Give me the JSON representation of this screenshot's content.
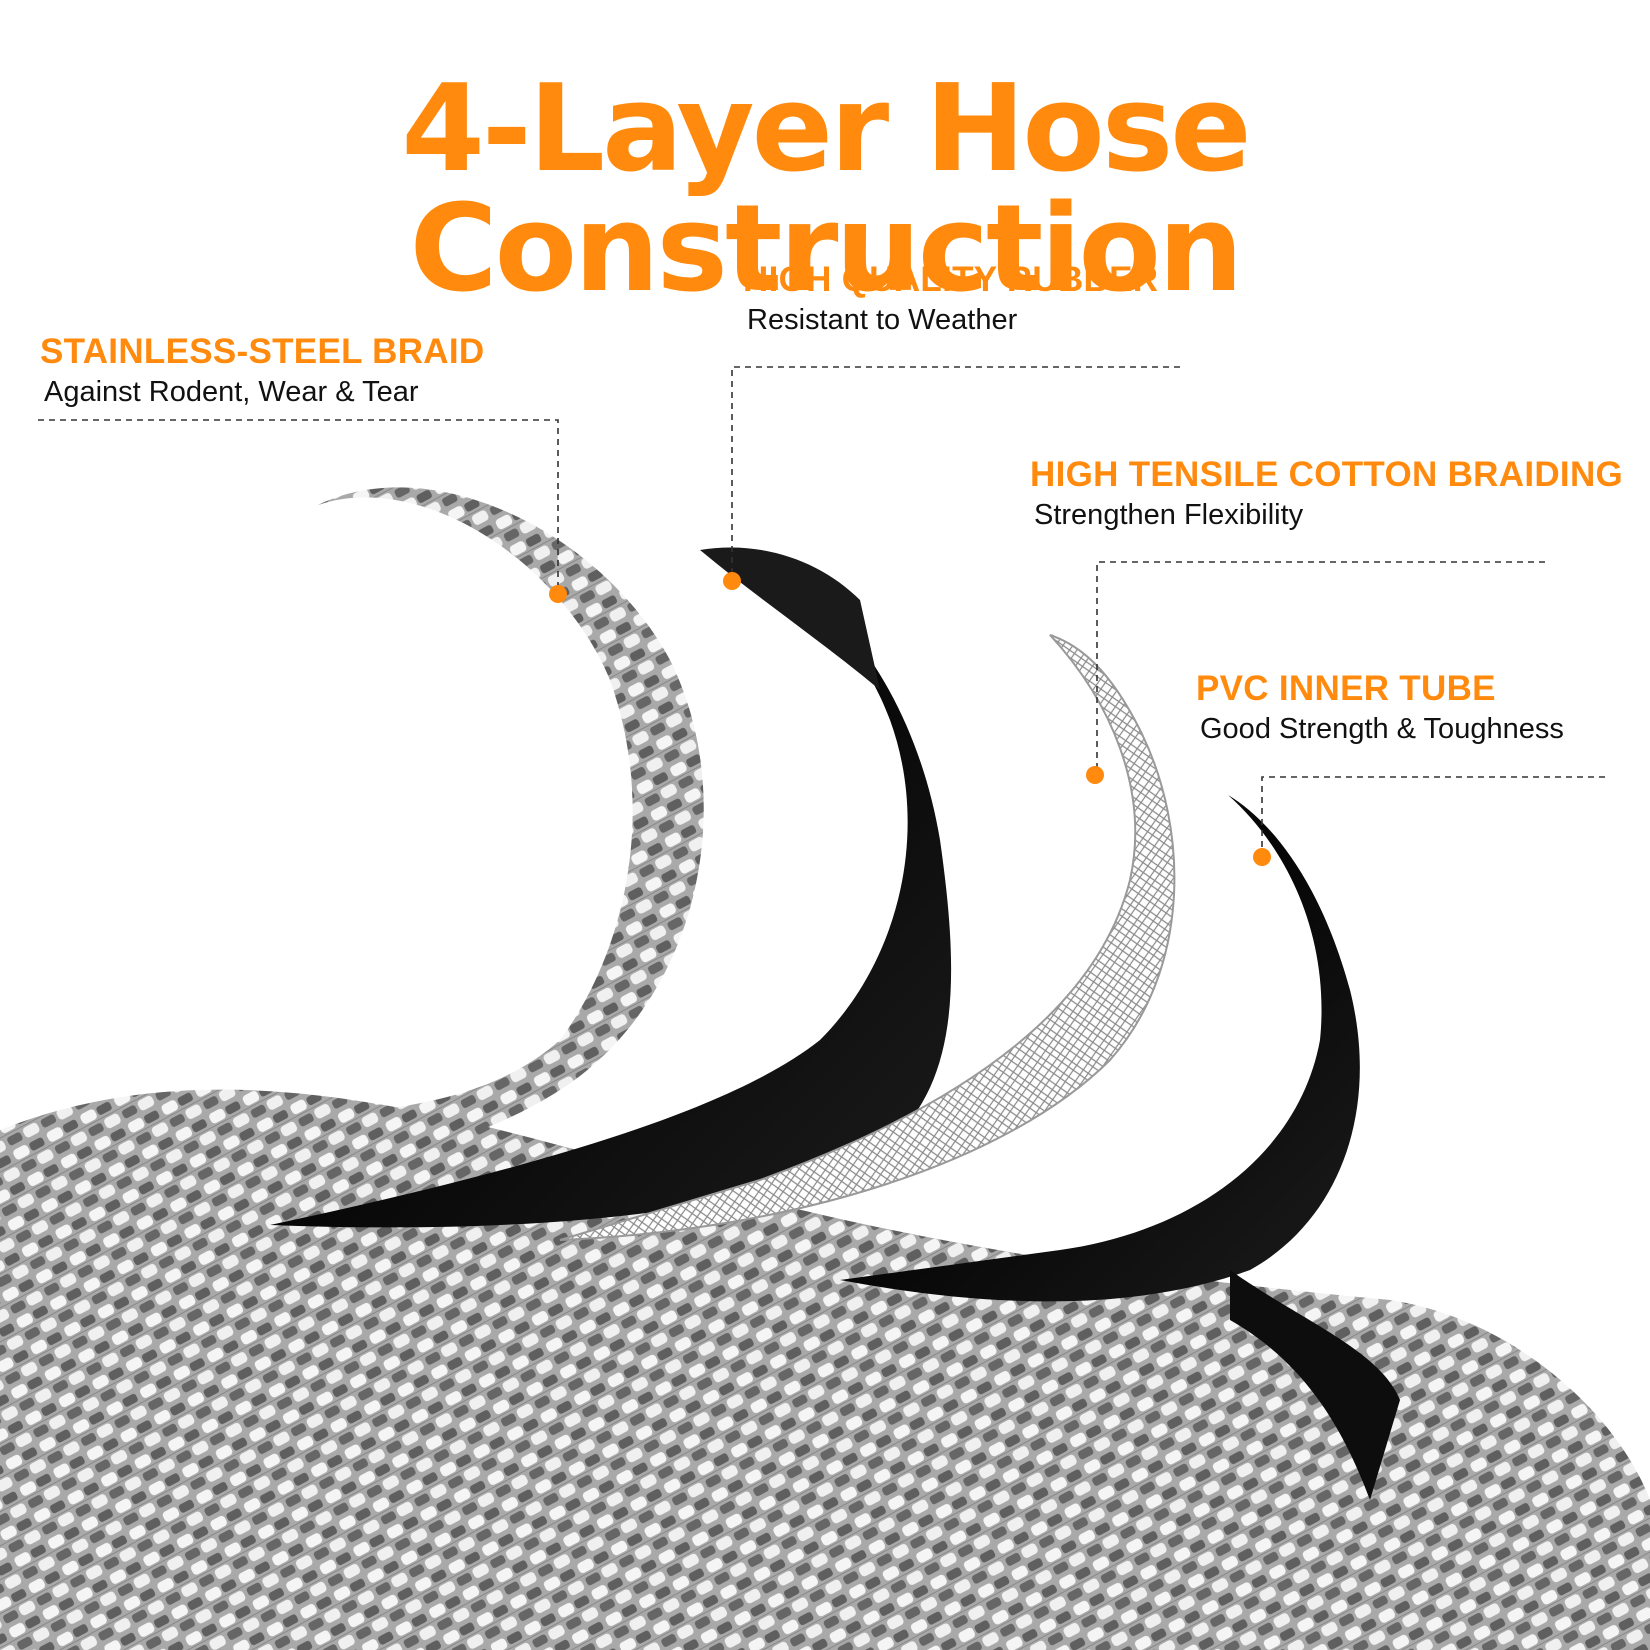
{
  "title": "4-Layer Hose Construction",
  "colors": {
    "accent": "#ff8a0d",
    "rubber": "#0b0b0b",
    "steel": "#bdbdbd"
  },
  "callouts": [
    {
      "heading": "STAINLESS-STEEL BRAID",
      "sub": "Against Rodent, Wear & Tear"
    },
    {
      "heading": "HIGH QUALITY RUBBER",
      "sub": "Resistant to Weather"
    },
    {
      "heading": "HIGH TENSILE COTTON BRAIDING",
      "sub": "Strengthen Flexibility"
    },
    {
      "heading": "PVC INNER TUBE",
      "sub": "Good Strength & Toughness"
    }
  ]
}
